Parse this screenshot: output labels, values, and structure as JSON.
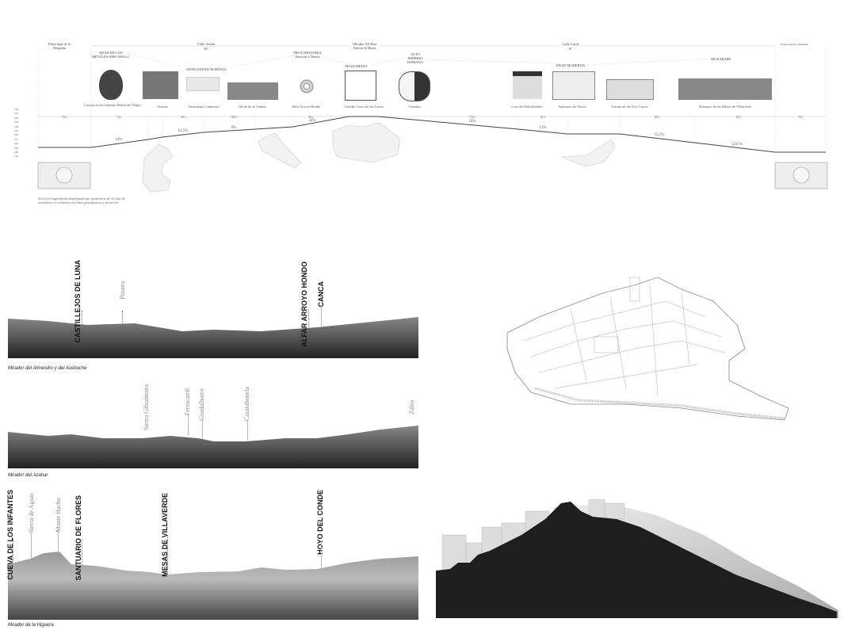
{
  "section": {
    "streets": [
      {
        "name": "Plaza baja de la Despeña",
        "slope": ""
      },
      {
        "name": "Calle Ancha",
        "slope": "16°"
      },
      {
        "name": "Mirador Ali Ben Falcun Al Bazzi",
        "slope": ""
      },
      {
        "name": "Calle Carril",
        "slope": "8°"
      },
      {
        "name": "Plaza baja de la Despeña",
        "slope": ""
      }
    ],
    "periods": [
      "EDAD DE LOS METALES 6000-1000 a.C",
      "ANTIGÜEDAD ROMANA",
      "PROTOHISTORIA Fenicios e Íberos",
      "EDAD MEDIA",
      "ALTO IMPERIO ROMANO",
      "EDAD MODERNA",
      "MOZÁRABE"
    ],
    "sites": [
      "Cuevas de los Infantes Peñón del Negro",
      "Termas",
      "Yacimiento Canteroro",
      "Olivar de la Tumba",
      "Alfar Arroyo Hondo",
      "Castillo Cerro de las Torres",
      "Cisterna",
      "Cruz del Humilladero",
      "Santuario de Flores",
      "Ermita de las Tres Cruces",
      "Bobastro de las Mesas de Villaverde"
    ],
    "y_axis": [
      "250",
      "245",
      "240",
      "235",
      "230",
      "225",
      "220",
      "215",
      "210",
      "205",
      "200",
      "195"
    ],
    "distances": [
      "78 s",
      "74 s",
      "48 s",
      "180 s",
      "38 s",
      "155 s",
      "82 s",
      "60 s",
      "69 s",
      "78 s"
    ],
    "slopes": [
      "14%",
      "12,5%",
      "6%",
      "24%",
      "10%",
      "12%",
      "12,5%",
      "12,8 %"
    ],
    "caption": "Sección longitudinal desplegada por generatriz de la ruta de miradores en relación con hitos paisajísticos y duración."
  },
  "panoramas": [
    {
      "title": "Mirador del Almendro y del Acebuche",
      "labels": [
        {
          "t": "CASTILLEJOS DE LUNA",
          "bold": true
        },
        {
          "t": "Pizarra",
          "bold": false
        },
        {
          "t": "ALFAR ARROYO HONDO",
          "bold": true
        },
        {
          "t": "CANCA",
          "bold": true
        }
      ]
    },
    {
      "title": "Mirador del Azahar",
      "labels": [
        {
          "t": "Sierra Gibralmora",
          "bold": false
        },
        {
          "t": "Ferrocarril",
          "bold": false
        },
        {
          "t": "Guadalhorce",
          "bold": false
        },
        {
          "t": "Casarabonela",
          "bold": false
        },
        {
          "t": "Zalea",
          "bold": false
        }
      ]
    },
    {
      "title": "Mirador de la Higuera",
      "labels": [
        {
          "t": "CUEVA DE LOS INFANTES",
          "bold": true
        },
        {
          "t": "Sierra de Aguas",
          "bold": false
        },
        {
          "t": "Monte Hacho",
          "bold": false
        },
        {
          "t": "SANTUARIO DE FLORES",
          "bold": true
        },
        {
          "t": "MESAS DE VILLAVERDE",
          "bold": true
        },
        {
          "t": "HOYO DEL CONDE",
          "bold": true
        }
      ]
    }
  ]
}
